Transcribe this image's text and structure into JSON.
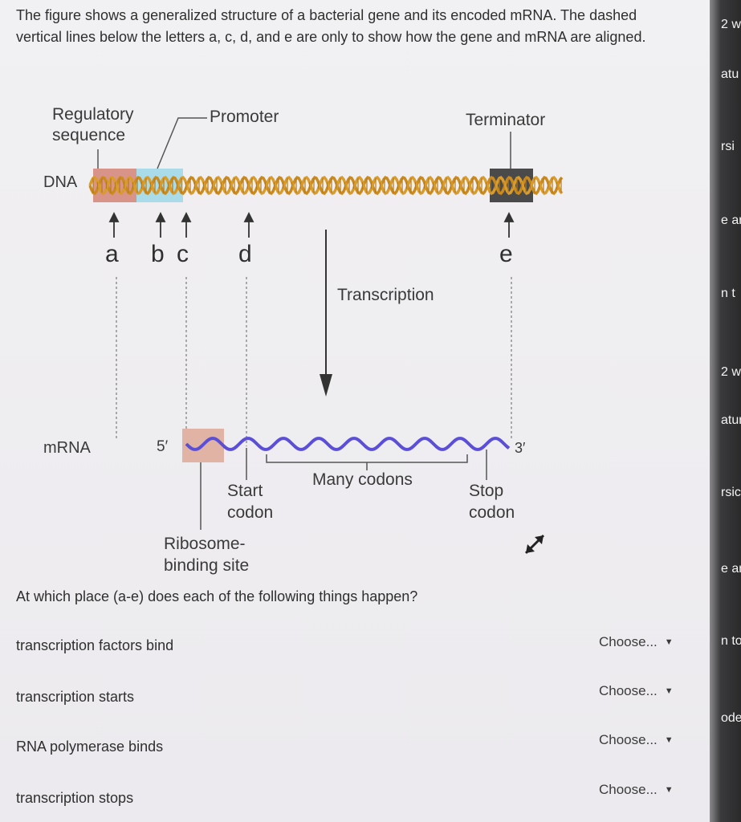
{
  "intro": "The figure shows a generalized structure of a bacterial gene and its encoded mRNA. The dashed vertical lines below the letters a, c, d, and e are only to show how the gene and mRNA are aligned.",
  "figure": {
    "regulatory_line1": "Regulatory",
    "regulatory_line2": "sequence",
    "promoter": "Promoter",
    "terminator": "Terminator",
    "dna": "DNA",
    "letters": [
      "a",
      "b",
      "c",
      "d",
      "e"
    ],
    "transcription": "Transcription",
    "mrna": "mRNA",
    "five_prime": "5′",
    "three_prime": "3′",
    "many_codons": "Many codons",
    "start_line1": "Start",
    "start_line2": "codon",
    "stop_line1": "Stop",
    "stop_line2": "codon",
    "rbs_line1": "Ribosome-",
    "rbs_line2": "binding site"
  },
  "question": "At which place (a-e) does each of the following things happen?",
  "rows": [
    {
      "label": "transcription factors bind",
      "select": "Choose..."
    },
    {
      "label": "transcription starts",
      "select": "Choose..."
    },
    {
      "label": "RNA polymerase binds",
      "select": "Choose..."
    },
    {
      "label": "transcription stops",
      "select": "Choose..."
    }
  ],
  "side_fragments": [
    "2 w",
    "atu",
    "rsi",
    "e ar",
    "n t",
    "2 w",
    "atur",
    "rsic",
    "e ar",
    "n to",
    "ode"
  ],
  "colors": {
    "regulatory_box": "#d9948a",
    "promoter_box": "#a9dbe8",
    "terminator_box": "#4a4a4a",
    "dna_strand": "#c98a1f",
    "mrna_strand": "#5a4fd6",
    "rbs_box": "#e0b3a4"
  }
}
